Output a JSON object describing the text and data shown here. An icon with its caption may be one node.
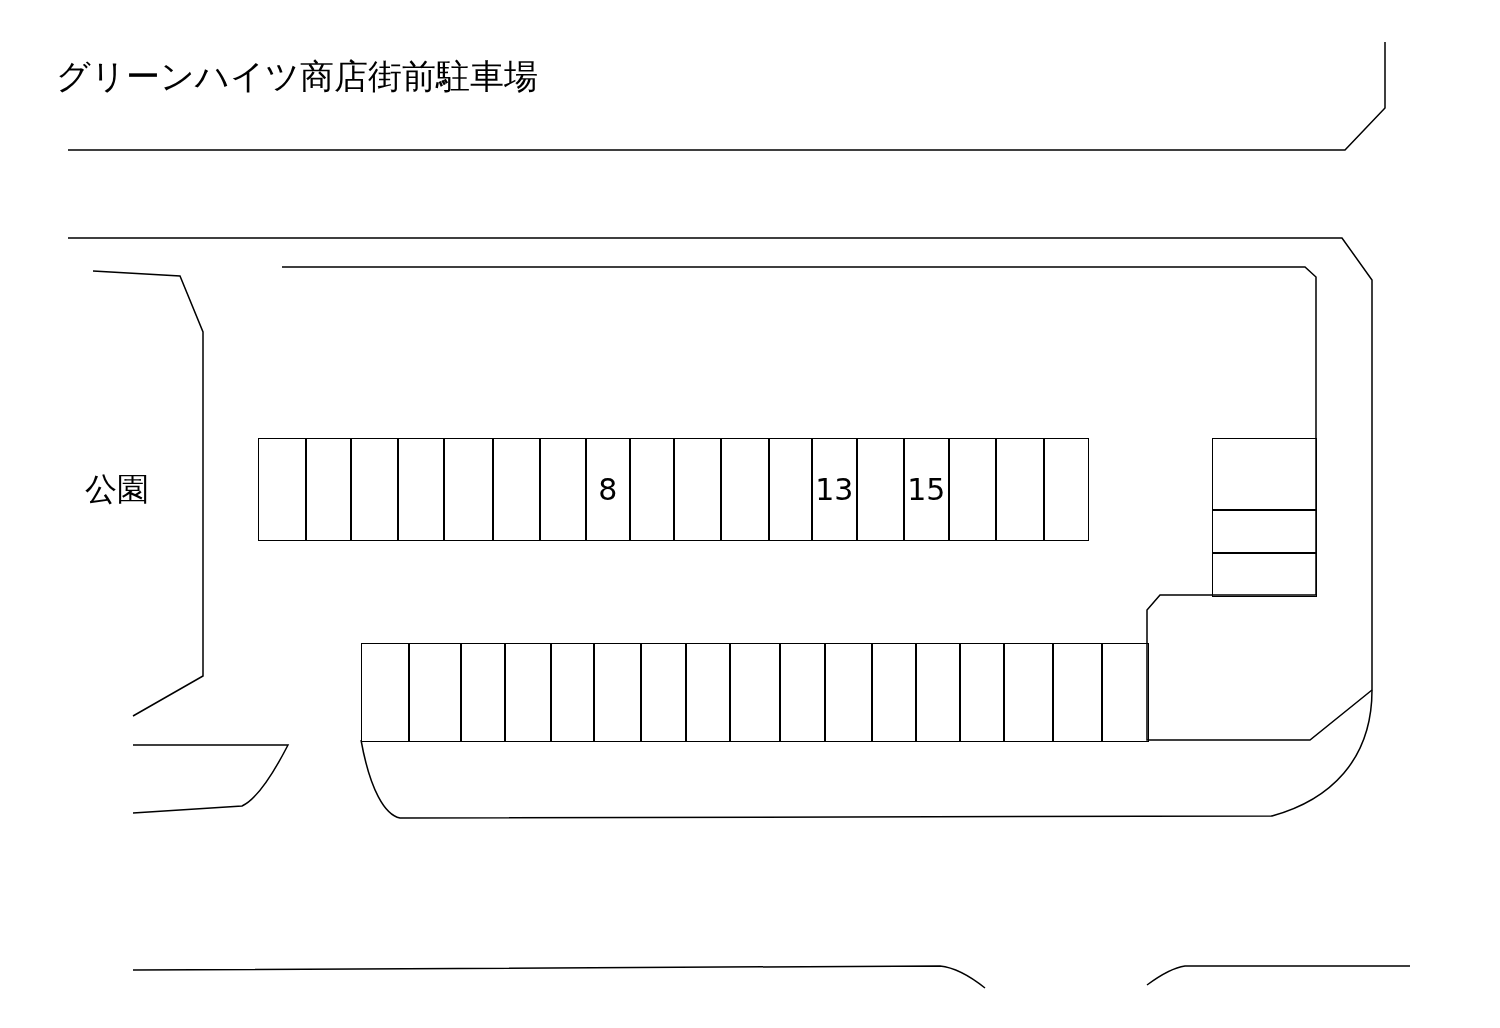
{
  "diagram": {
    "title": "グリーンハイツ商店街前駐車場",
    "nodes": [
      {
        "text": [],
        "shape": "box"
      },
      {
        "text": [],
        "shape": "box"
      },
      {
        "text": [],
        "shape": "box"
      },
      {
        "text": [],
        "shape": "box"
      },
      {
        "text": [],
        "shape": "box"
      },
      {
        "text": [],
        "shape": "box"
      },
      {
        "text": [],
        "shape": "box"
      },
      {
        "text": [
          "8"
        ]
      },
      {
        "text": [],
        "shape": "box"
      },
      {
        "text": [],
        "shape": "box"
      },
      {
        "text": [],
        "shape": "box"
      },
      {
        "text": [],
        "shape": "box"
      },
      {
        "text": [
          "13"
        ]
      },
      {
        "text": [],
        "shape": "box"
      },
      {
        "text": [
          "15"
        ]
      },
      {
        "text": [],
        "shape": "box"
      },
      {
        "text": [],
        "shape": "box"
      },
      {
        "text": [],
        "shape": "box"
      },
      {
        "text": [],
        "shape": "box"
      },
      {
        "text": [],
        "shape": "box"
      },
      {
        "text": [],
        "shape": "box"
      },
      {
        "text": [],
        "shape": "box"
      },
      {
        "text": [],
        "shape": "box"
      },
      {
        "text": [],
        "shape": "box"
      },
      {
        "text": [],
        "shape": "box"
      },
      {
        "text": [],
        "shape": "box"
      },
      {
        "text": [],
        "shape": "box"
      },
      {
        "text": [],
        "shape": "box"
      },
      {
        "text": [],
        "shape": "box"
      },
      {
        "text": [],
        "shape": "box"
      },
      {
        "text": [],
        "shape": "box"
      },
      {
        "text": [],
        "shape": "box"
      },
      {
        "text": [],
        "shape": "box"
      },
      {
        "text": [],
        "shape": "box"
      },
      {
        "text": [],
        "shape": "box"
      },
      {
        "text": [],
        "shape": "box"
      },
      {
        "text": [],
        "shape": "box"
      },
      {
        "text": [],
        "shape": "box"
      }
    ],
    "labels": [
      "公園"
    ]
  }
}
